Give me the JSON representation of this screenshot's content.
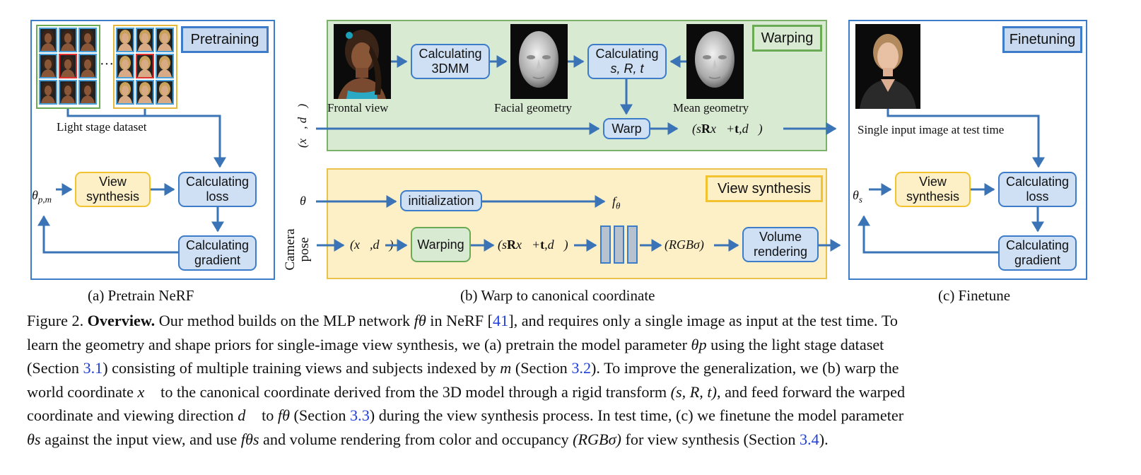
{
  "panels": {
    "a": {
      "tag": "Pretraining",
      "dataset_label": "Light stage dataset",
      "ellipsis": "···",
      "input_symbol": "θp,m",
      "view_synthesis": "View\nsynthesis",
      "calc_loss": "Calculating\nloss",
      "calc_gradient": "Calculating\ngradient",
      "caption": "(a) Pretrain NeRF"
    },
    "b": {
      "warping_tag": "Warping",
      "view_synthesis_tag": "View synthesis",
      "frontal_view": "Frontal view",
      "facial_geometry": "Facial geometry",
      "mean_geometry": "Mean geometry",
      "calc_3dmm": "Calculating\n3DMM",
      "calc_srt": "Calculating\ns, R, t",
      "warp": "Warp",
      "input_xd": "(x⃗, d⃗)",
      "warped_output": "(sRx⃗+t, d⃗)",
      "theta": "θ",
      "initialization": "initialization",
      "f_theta": "fθ",
      "camera_pose": "Camera\npose",
      "xd": "(x⃗,d⃗)",
      "warping_box": "Warping",
      "warped": "(sRx⃗+t,d⃗)",
      "rgb_sigma": "(RGBσ)",
      "volume_rendering": "Volume\nrendering",
      "caption": "(b) Warp to canonical coordinate"
    },
    "c": {
      "tag": "Finetuning",
      "single_input": "Single input image at test time",
      "input_symbol": "θs",
      "view_synthesis": "View\nsynthesis",
      "calc_loss": "Calculating\nloss",
      "calc_gradient": "Calculating\ngradient",
      "caption": "(c) Finetune"
    }
  },
  "figure_caption": {
    "lines": [
      [
        {
          "t": "Figure 2. "
        },
        {
          "t": "Overview.",
          "b": true
        },
        {
          "t": " Our method builds on the MLP network "
        },
        {
          "t": "fθ",
          "i": true
        },
        {
          "t": " in NeRF ["
        },
        {
          "t": "41",
          "ref": true
        },
        {
          "t": "], and requires only a single image as input at the test time. To"
        }
      ],
      [
        {
          "t": "learn the geometry and shape priors for single-image view synthesis, we (a) pretrain the model parameter "
        },
        {
          "t": "θp",
          "i": true
        },
        {
          "t": " using the light stage dataset"
        }
      ],
      [
        {
          "t": "(Section "
        },
        {
          "t": "3.1",
          "ref": true
        },
        {
          "t": ") consisting of multiple training views and subjects indexed by "
        },
        {
          "t": "m",
          "i": true
        },
        {
          "t": " (Section "
        },
        {
          "t": "3.2",
          "ref": true
        },
        {
          "t": "). To improve the generalization, we (b) warp the"
        }
      ],
      [
        {
          "t": "world coordinate "
        },
        {
          "t": "x⃗",
          "i": true
        },
        {
          "t": " to the canonical coordinate derived from the 3D model through a rigid transform "
        },
        {
          "t": "(s, R, t)",
          "i": true
        },
        {
          "t": ", and feed forward the warped"
        }
      ],
      [
        {
          "t": "coordinate and viewing direction "
        },
        {
          "t": "d⃗",
          "i": true
        },
        {
          "t": " to "
        },
        {
          "t": "fθ",
          "i": true
        },
        {
          "t": " (Section "
        },
        {
          "t": "3.3",
          "ref": true
        },
        {
          "t": ") during the view synthesis process. In test time, (c) we finetune the model parameter"
        }
      ],
      [
        {
          "t": "θs",
          "i": true
        },
        {
          "t": " against the input view, and use "
        },
        {
          "t": "fθs",
          "i": true
        },
        {
          "t": " and volume rendering from color and occupancy "
        },
        {
          "t": "(RGBσ)",
          "i": true
        },
        {
          "t": " for view synthesis (Section "
        },
        {
          "t": "3.4",
          "ref": true
        },
        {
          "t": ")."
        }
      ]
    ]
  },
  "colors": {
    "blue_border": "#3d7cc9",
    "arrow": "#3a74b6",
    "green_bg": "#d9ead3",
    "yellow_bg": "#fdefc6",
    "link": "#1f3fd8"
  }
}
